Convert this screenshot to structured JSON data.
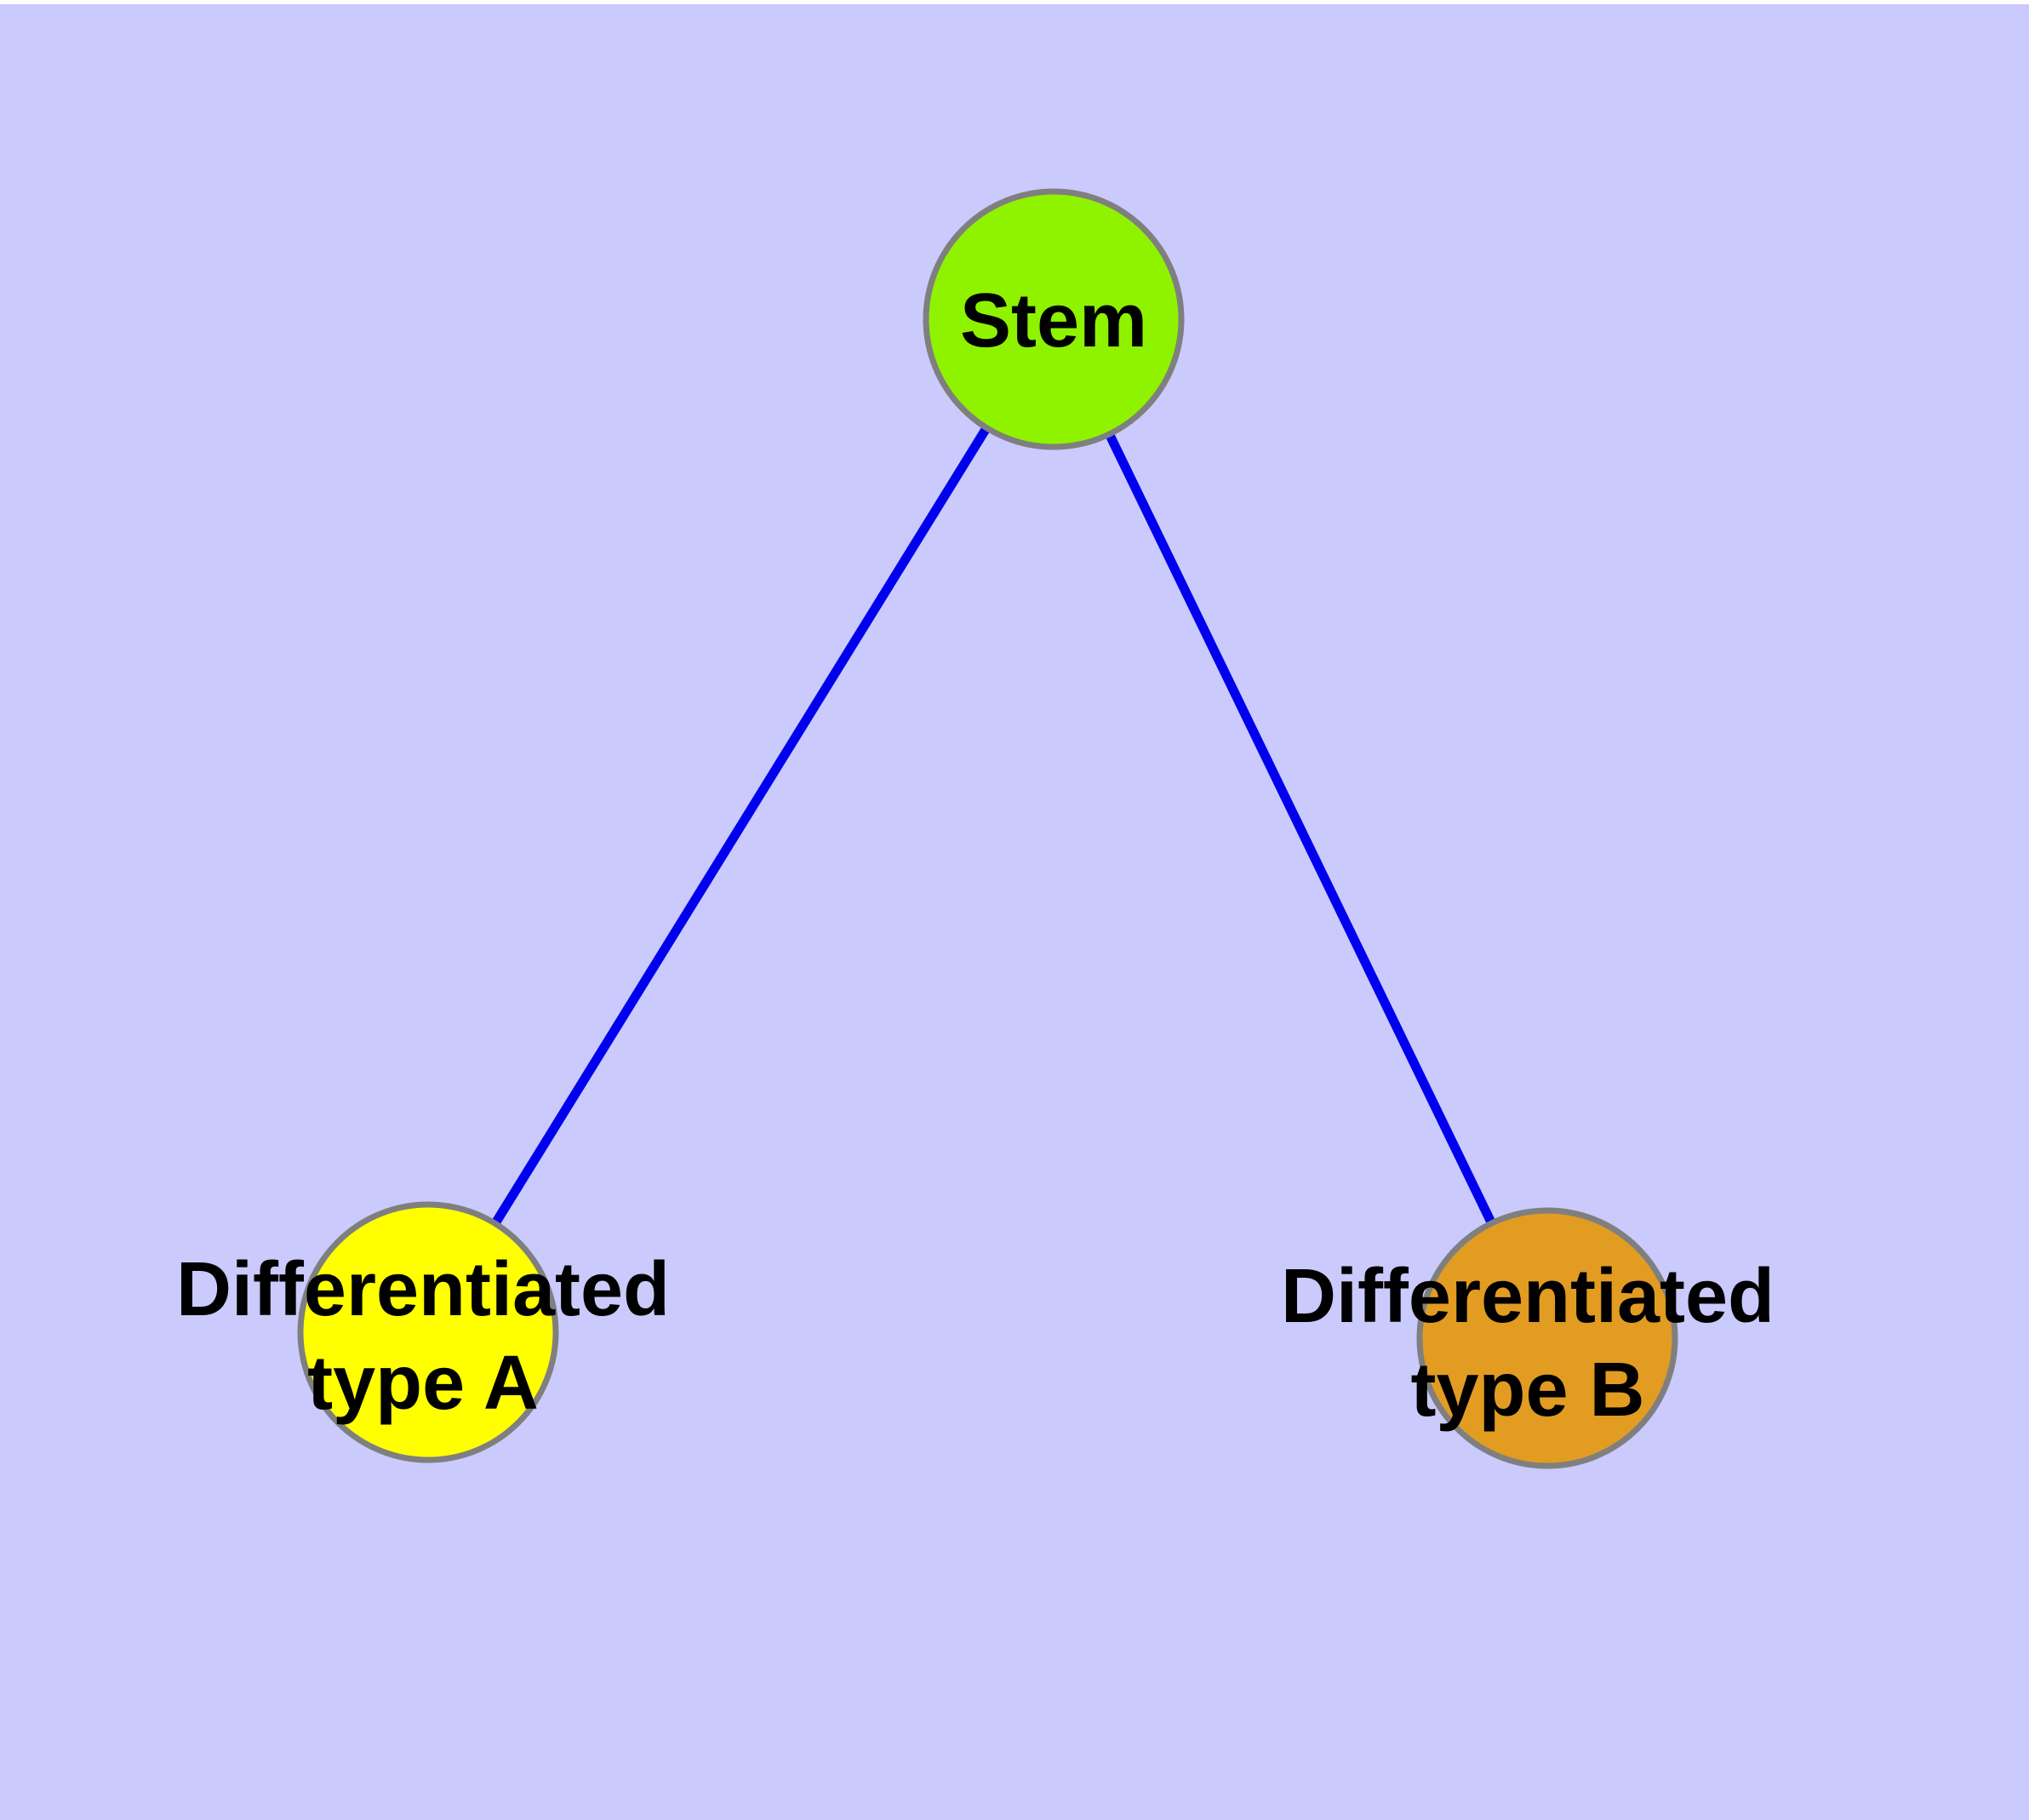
{
  "diagram": {
    "type": "graph",
    "description": "Stem cell differentiation diagram with one parent node and two differentiated child nodes",
    "background_color": "#cacafc",
    "page_margin_color": "#ffffff",
    "edge_color": "#0000ee",
    "node_border_color": "#7f7f7f",
    "text_color": "#000000",
    "nodes": [
      {
        "id": "stem",
        "label": "Stem",
        "fill": "#8ff300"
      },
      {
        "id": "differentiated-type-a",
        "label": "Differentiated type A",
        "label_line1": "Differentiated",
        "label_line2": "type A",
        "fill": "#ffff00"
      },
      {
        "id": "differentiated-type-b",
        "label": "Differentiated type B",
        "label_line1": "Differentiated",
        "label_line2": "type B",
        "fill": "#e29c22"
      }
    ],
    "edges": [
      {
        "from": "stem",
        "to": "differentiated-type-a"
      },
      {
        "from": "stem",
        "to": "differentiated-type-b"
      }
    ]
  }
}
